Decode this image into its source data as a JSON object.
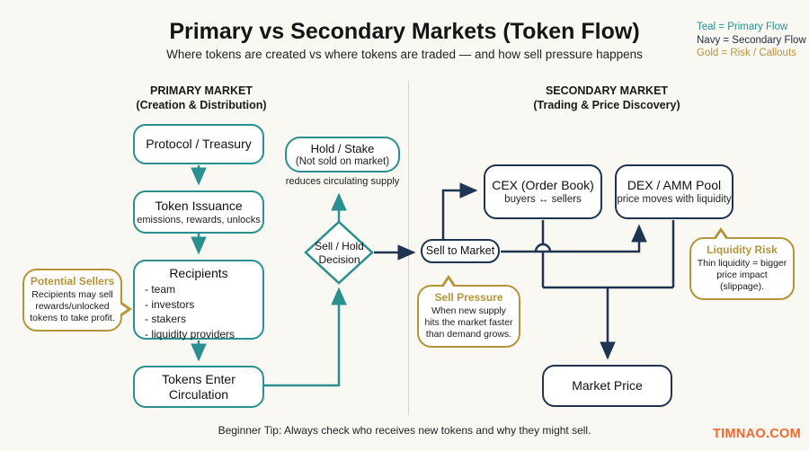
{
  "title": "Primary vs Secondary Markets (Token Flow)",
  "subtitle": "Where tokens are created vs where tokens are traded — and how sell pressure happens",
  "legend": {
    "teal": "Teal = Primary Flow",
    "navy": "Navy = Secondary Flow",
    "gold": "Gold = Risk / Callouts"
  },
  "sections": {
    "primary": {
      "title": "PRIMARY MARKET",
      "subtitle": "(Creation & Distribution)"
    },
    "secondary": {
      "title": "SECONDARY MARKET",
      "subtitle": "(Trading & Price Discovery)"
    }
  },
  "nodes": {
    "protocol_treasury": {
      "label": "Protocol / Treasury"
    },
    "token_issuance": {
      "label": "Token Issuance",
      "sublabel": "emissions, rewards, unlocks"
    },
    "recipients": {
      "label": "Recipients",
      "items": [
        "- team",
        "- investors",
        "- stakers",
        "- liquidity providers"
      ]
    },
    "tokens_enter_circulation": {
      "label": "Tokens Enter Circulation"
    },
    "hold_stake": {
      "label": "Hold / Stake",
      "sublabel": "(Not sold on market)",
      "note": "reduces circulating supply"
    },
    "sell_hold_decision": {
      "label": "Sell / Hold Decision"
    },
    "sell_to_market": {
      "label": "Sell to Market"
    },
    "cex": {
      "label": "CEX (Order Book)",
      "sublabel": "buyers ↔ sellers"
    },
    "dex": {
      "label": "DEX / AMM Pool",
      "sublabel": "price moves with liquidity"
    },
    "market_price": {
      "label": "Market Price"
    }
  },
  "callouts": {
    "potential_sellers": {
      "title": "Potential Sellers",
      "body": "Recipients may sell rewards/unlocked tokens to take profit."
    },
    "sell_pressure": {
      "title": "Sell Pressure",
      "body": "When new supply hits the market faster than demand grows."
    },
    "liquidity_risk": {
      "title": "Liquidity Risk",
      "body": "Thin liquidity = bigger price impact (slippage)."
    }
  },
  "footer": {
    "tip": "Beginner Tip: Always check who receives new tokens and why they might sell.",
    "brand": "TIMNAO.COM"
  },
  "colors": {
    "teal": "#2a8f8f",
    "navy": "#1e3450",
    "gold": "#b5953a",
    "background": "#faf8f3",
    "brand_orange": "#f2672f"
  }
}
